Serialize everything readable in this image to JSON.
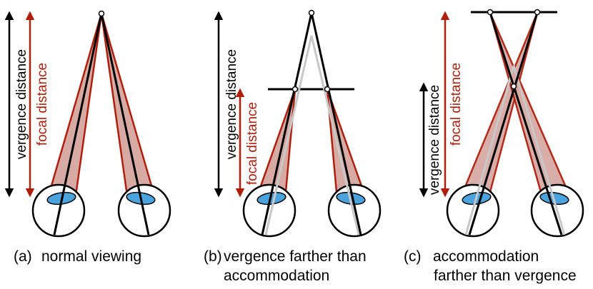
{
  "colors": {
    "vergence": "#000000",
    "focal": "#b01e0c",
    "cone_fill": "#d7aaa4",
    "lens": "#4aa3dc",
    "ghost_ray": "#c8c8c8"
  },
  "labels": {
    "vergence_distance": "vergence distance",
    "focal_distance": "focal distance"
  },
  "panels": [
    {
      "id": "a",
      "tag": "(a)",
      "caption_lines": [
        "normal viewing"
      ]
    },
    {
      "id": "b",
      "tag": "(b)",
      "caption_lines": [
        "vergence farther than",
        "accommodation"
      ]
    },
    {
      "id": "c",
      "tag": "(c)",
      "caption_lines": [
        "accommodation",
        "farther than vergence"
      ]
    }
  ]
}
